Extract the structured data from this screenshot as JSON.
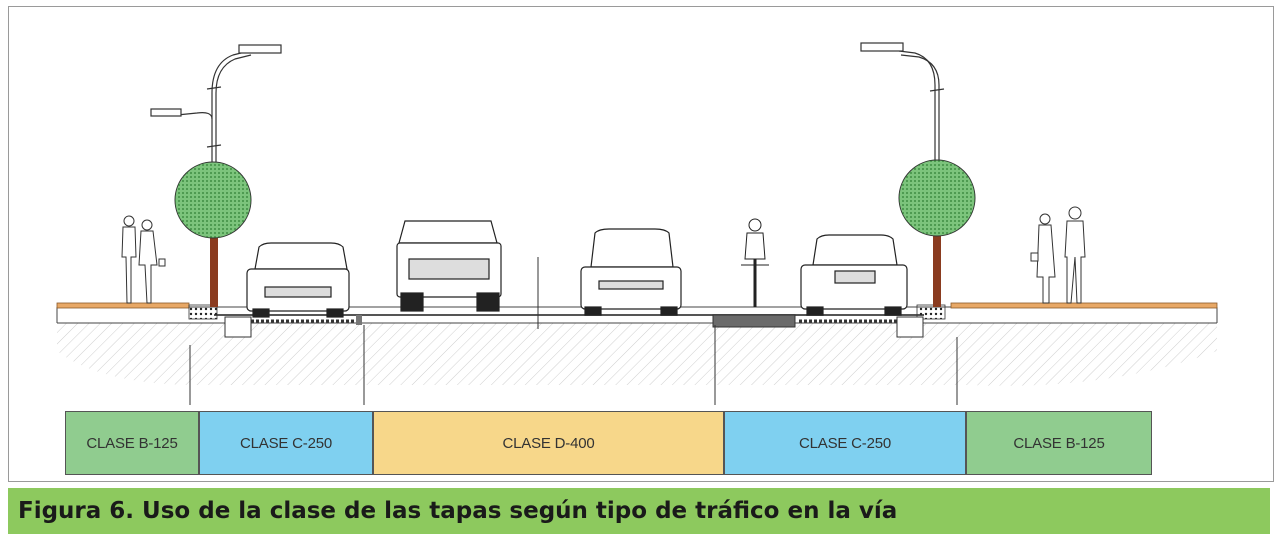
{
  "figure": {
    "caption": "Figura 6. Uso de la clase de las tapas según tipo de tráfico en la vía"
  },
  "classes": [
    {
      "label": "CLASE B-125",
      "color": "#90cc8f"
    },
    {
      "label": "CLASE C-250",
      "color": "#7fd0f0"
    },
    {
      "label": "CLASE D-400",
      "color": "#f7d78a"
    },
    {
      "label": "CLASE C-250",
      "color": "#7fd0f0"
    },
    {
      "label": "CLASE B-125",
      "color": "#90cc8f"
    }
  ],
  "colors": {
    "caption_bg": "#8dc95e",
    "tree": "#7cc47c",
    "trunk": "#8a3b1f",
    "sidewalk_curb": "#e8a866"
  }
}
